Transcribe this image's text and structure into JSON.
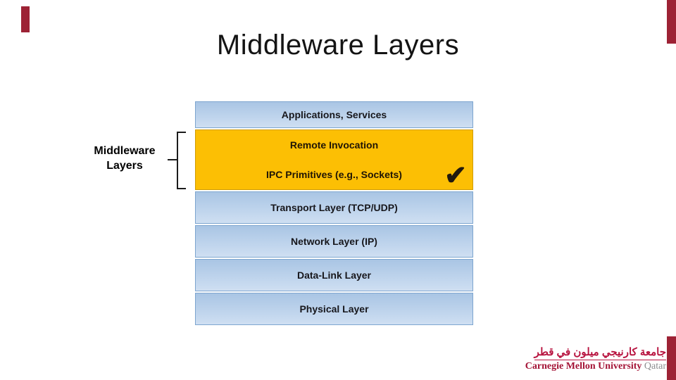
{
  "slide": {
    "title": "Middleware Layers",
    "side_label": {
      "line1": "Middleware",
      "line2": "Layers"
    }
  },
  "stack": {
    "check_glyph": "✔",
    "layers": [
      {
        "label": "Applications, Services",
        "style": "blue"
      },
      {
        "label": "Remote Invocation",
        "style": "yellow"
      },
      {
        "label": "IPC Primitives (e.g., Sockets)",
        "style": "yellow",
        "checked": true
      },
      {
        "label": "Transport Layer (TCP/UDP)",
        "style": "blue"
      },
      {
        "label": "Network Layer (IP)",
        "style": "blue"
      },
      {
        "label": "Data-Link Layer",
        "style": "blue"
      },
      {
        "label": "Physical Layer",
        "style": "blue"
      }
    ]
  },
  "logo": {
    "arabic": "جامعة كارنيجي ميلون في قطر",
    "english_red": "Carnegie Mellon University",
    "english_gray": "Qatar"
  },
  "colors": {
    "accent_red": "#9d2235",
    "stack_blue_top": "#a9c5e4",
    "stack_blue_bottom": "#cfdff2",
    "stack_blue_border": "#7da5cf",
    "middleware_yellow": "#fcbf04",
    "middleware_yellow_border": "#cf9b05",
    "logo_red": "#a31235",
    "logo_arabic_red": "#b81440",
    "logo_gray": "#8d8d8f"
  }
}
